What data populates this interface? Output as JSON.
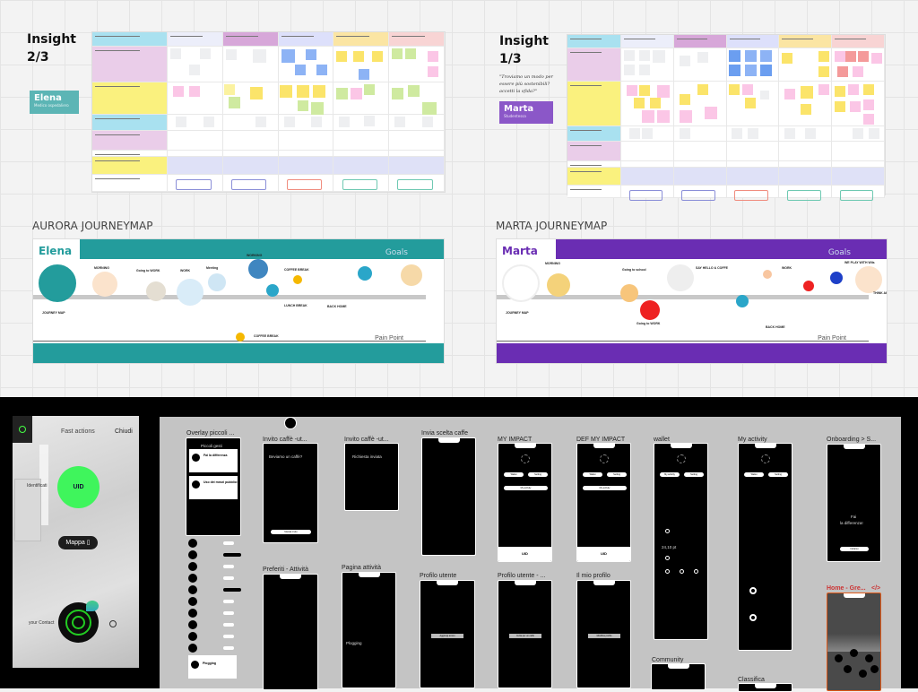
{
  "insights": [
    {
      "title_line1": "Insight",
      "title_line2": "2/3",
      "persona": "Elena",
      "persona_sub": "Medico ospedaliero"
    },
    {
      "title_line1": "Insight",
      "title_line2": "1/3",
      "quote": "\"Troviamo un modo per essere più sostenibili? accetti la sfida?\"",
      "persona": "Marta",
      "persona_sub": "Studentessa"
    }
  ],
  "journeymaps": [
    {
      "label": "AURORA JOURNEYMAP",
      "name": "Elena",
      "goals": "Goals",
      "pain_point": "Pain Point",
      "subtitle": "JOURNEY MAP",
      "color": "#239c9c",
      "steps": [
        "MORNING",
        "Going to WORK",
        "WORK",
        "Meeting",
        "WORKING",
        "COFFEE BREAK",
        "COFFEE BREAK",
        "LUNCH BREAK",
        "BACK HOME"
      ]
    },
    {
      "label": "MARTA JOURNEYMAP",
      "name": "Marta",
      "goals": "Goals",
      "pain_point": "Pain Point",
      "subtitle": "JOURNEY MAP",
      "color": "#6a2db3",
      "steps": [
        "MORNING",
        "Going to school",
        "Going to WORK",
        "SAY HELLO & COFFE",
        "WORK",
        "BACK HOME",
        "WE PLAY WITH Wiis",
        "THINK ABOUT healthy lifestyle"
      ]
    }
  ],
  "app": {
    "header_left": "Fast actions",
    "header_right": "Chiudi",
    "uid": "UID",
    "identification": "Identificati",
    "map_button": "Mappa",
    "contact": "your Contact"
  },
  "frames": [
    {
      "label": "Overlay piccoli ...",
      "heading": "Piccoli gesti",
      "card1": "Fai la differenza",
      "card2": "Uso dei mezzi pubblici",
      "card3": "Plogging"
    },
    {
      "label": "Invito caffè -ut...",
      "text": "Beviamo un caffè?",
      "button": "Manda invito"
    },
    {
      "label": "Invito caffè -ut...",
      "text": "Richiesta inviata"
    },
    {
      "label": "Invia scelta caffe"
    },
    {
      "label": "MY IMPACT",
      "b1": "Wallet",
      "b2": "Setting",
      "b3": "My activity",
      "uid": "UID"
    },
    {
      "label": "DEF MY IMPACT",
      "b1": "Wallet",
      "b2": "Setting",
      "b3": "My activity",
      "uid": "UID"
    },
    {
      "label": "wallet",
      "b1": "My activity",
      "b2": "Setting",
      "amount": "24,10 pt"
    },
    {
      "label": "My activity",
      "b1": "Wallet",
      "b2": "Setting"
    },
    {
      "label": "Onboarding > S...",
      "text1": "Fai",
      "text2": "la differenza!",
      "button": "Iniziamo"
    },
    {
      "label": "Preferiti - Attività"
    },
    {
      "label": "Pagina attività",
      "text": "Plogging"
    },
    {
      "label": "Profilo utente",
      "button": "Aggiungi amico"
    },
    {
      "label": "Profilo utente - ...",
      "button": "Invita per un caffè"
    },
    {
      "label": "Il mio profilo",
      "button": "Modifica profilo"
    },
    {
      "label": "Community"
    },
    {
      "label": "Classifica"
    },
    {
      "label": "Home - Gre...",
      "code_icon": "</>"
    }
  ]
}
